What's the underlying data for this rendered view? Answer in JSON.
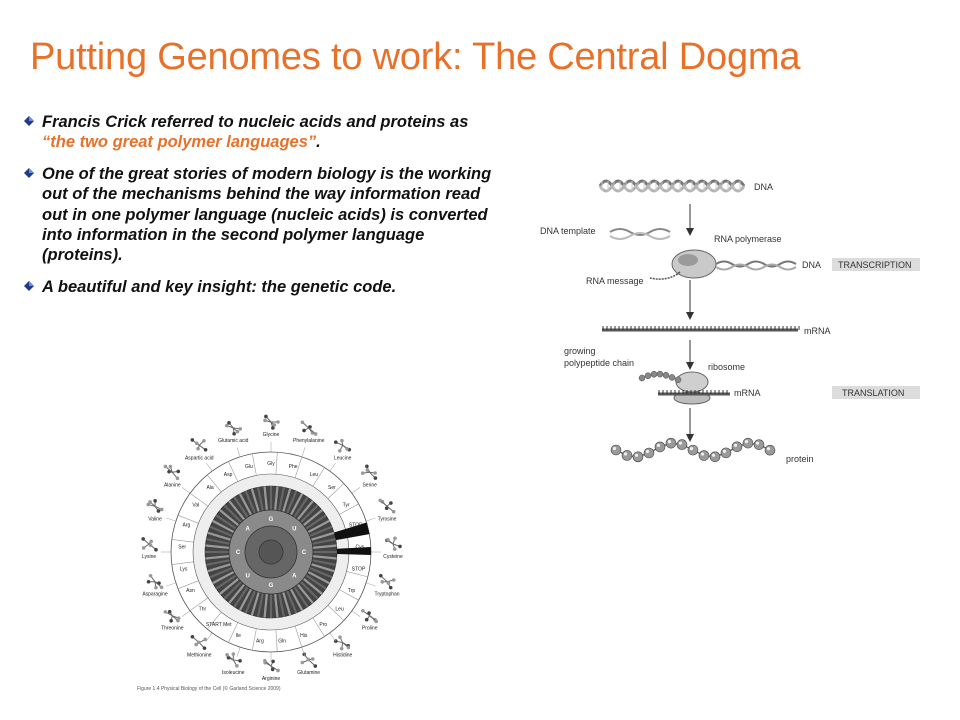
{
  "slide": {
    "title": "Putting Genomes to work: The Central Dogma",
    "accent_color": "#e8712a"
  },
  "bullets": [
    {
      "before": "Francis Crick referred to nucleic acids and proteins as ",
      "highlight": "“the two great polymer languages”",
      "after": "."
    },
    {
      "text": "One of the great stories of modern biology is the working out of the mechanisms behind the way information read out in one polymer language (nucleic acids) is converted into information in the second polymer language (proteins)."
    },
    {
      "text": "A beautiful and key insight: the genetic code."
    }
  ],
  "code_wheel": {
    "amino_acids": [
      "Glycine",
      "Phenylalanine",
      "Leucine",
      "Serine",
      "Tyrosine",
      "Cysteine",
      "Tryptophan",
      "Proline",
      "Histidine",
      "Glutamine",
      "Arginine",
      "Isoleucine",
      "Methionine",
      "Threonine",
      "Asparagine",
      "Lysine",
      "Valine",
      "Alanine",
      "Aspartic acid",
      "Glutamic acid"
    ],
    "ring_labels": [
      "Gly",
      "Phe",
      "Leu",
      "Ser",
      "Tyr",
      "STOP",
      "Cys",
      "STOP",
      "Trp",
      "Leu",
      "Pro",
      "His",
      "Gln",
      "Arg",
      "Ile",
      "START Met",
      "Thr",
      "Asn",
      "Lys",
      "Ser",
      "Arg",
      "Val",
      "Ala",
      "Asp",
      "Glu"
    ],
    "bases": [
      "G",
      "U",
      "C",
      "A",
      "G",
      "U",
      "C",
      "A"
    ],
    "caption": "Figure 1.4  Physical Biology of the Cell (© Garland Science 2009)"
  },
  "dogma": {
    "dna_top": "DNA",
    "dna_template": "DNA template",
    "rna_polymerase": "RNA polymerase",
    "dna_right": "DNA",
    "rna_message": "RNA message",
    "transcription": "TRANSCRIPTION",
    "mrna_1": "mRNA",
    "growing_chain": "growing\npolypeptide chain",
    "ribosome": "ribosome",
    "mrna_2": "mRNA",
    "translation": "TRANSLATION",
    "protein": "protein"
  }
}
